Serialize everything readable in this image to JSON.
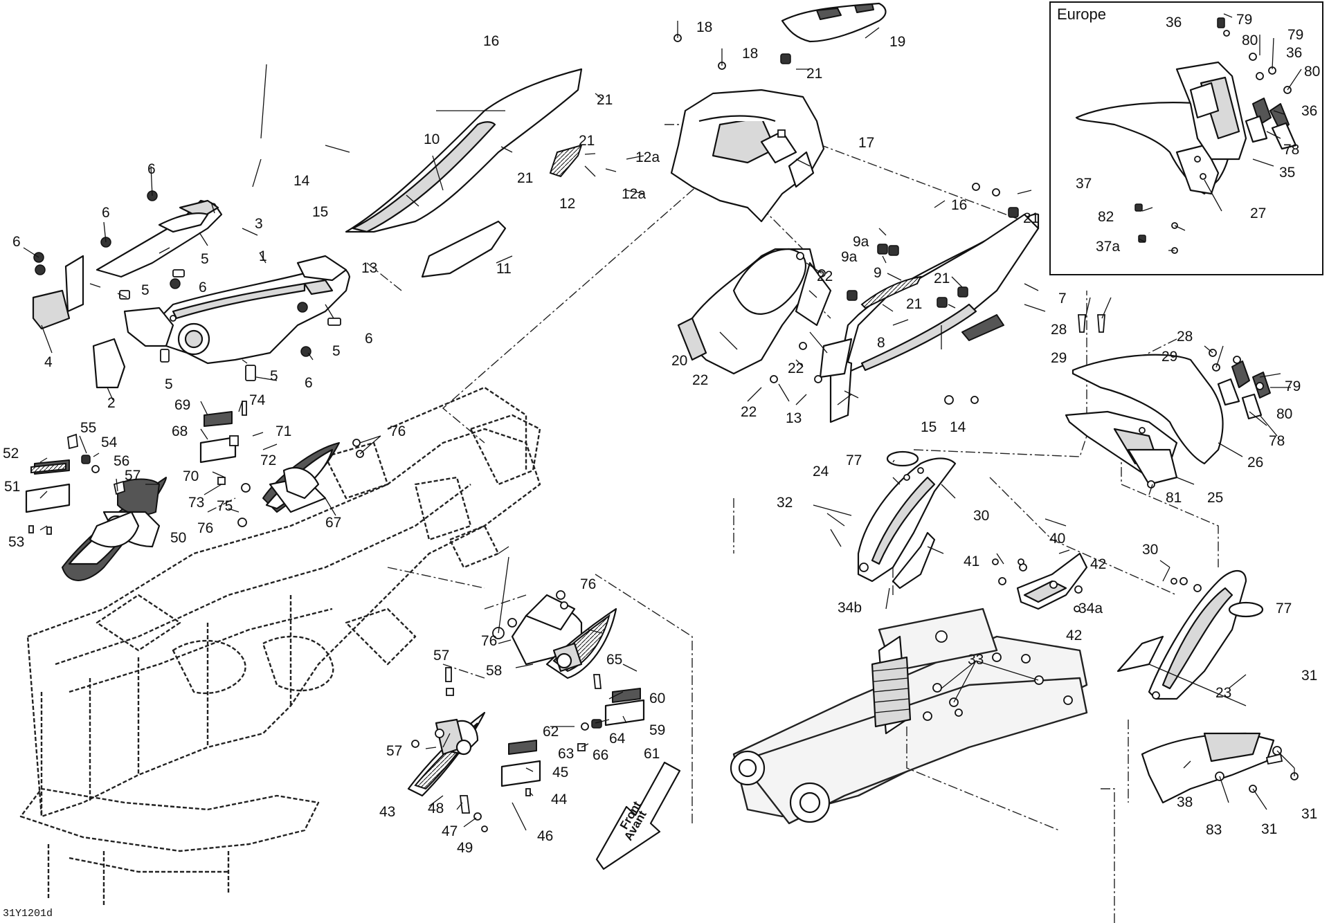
{
  "diagram": {
    "inset_title": "Europe",
    "reference_code": "31Y1201d",
    "front_label": "Front",
    "front_label_alt": "Avant",
    "callouts": {
      "c1": "1",
      "c2": "2",
      "c3": "3",
      "c4": "4",
      "c5a": "5",
      "c5b": "5",
      "c5c": "5",
      "c5d": "5",
      "c5e": "5",
      "c6a": "6",
      "c6b": "6",
      "c6c": "6",
      "c6d": "6",
      "c6e": "6",
      "c6f": "6",
      "c7": "7",
      "c8": "8",
      "c9": "9",
      "c9a1": "9a",
      "c9a2": "9a",
      "c10": "10",
      "c11": "11",
      "c12": "12",
      "c12a1": "12a",
      "c12a2": "12a",
      "c13a": "13",
      "c13b": "13",
      "c14a": "14",
      "c14b": "14",
      "c15a": "15",
      "c15b": "15",
      "c16a": "16",
      "c16b": "16",
      "c17": "17",
      "c18a": "18",
      "c18b": "18",
      "c19": "19",
      "c20": "20",
      "c21a": "21",
      "c21b": "21",
      "c21c": "21",
      "c21d": "21",
      "c21e": "21",
      "c21f": "21",
      "c21g": "21",
      "c22a": "22",
      "c22b": "22",
      "c22c": "22",
      "c22d": "22",
      "c23": "23",
      "c24": "24",
      "c25": "25",
      "c26": "26",
      "c27": "27",
      "c28a": "28",
      "c28b": "28",
      "c29a": "29",
      "c29b": "29",
      "c30a": "30",
      "c30b": "30",
      "c31a": "31",
      "c31b": "31",
      "c31c": "31",
      "c32": "32",
      "c33": "33",
      "c34a": "34a",
      "c34b": "34b",
      "c35": "35",
      "c36a": "36",
      "c36b": "36",
      "c36c": "36",
      "c37": "37",
      "c37a": "37a",
      "c38": "38",
      "c40": "40",
      "c41": "41",
      "c42a": "42",
      "c42b": "42",
      "c43": "43",
      "c44": "44",
      "c45": "45",
      "c46": "46",
      "c47": "47",
      "c48": "48",
      "c49": "49",
      "c50": "50",
      "c51": "51",
      "c52": "52",
      "c53": "53",
      "c54": "54",
      "c55": "55",
      "c56": "56",
      "c57a": "57",
      "c57b": "57",
      "c57c": "57",
      "c58": "58",
      "c59": "59",
      "c60": "60",
      "c61": "61",
      "c62": "62",
      "c63": "63",
      "c64": "64",
      "c65": "65",
      "c66": "66",
      "c67": "67",
      "c68": "68",
      "c69": "69",
      "c70": "70",
      "c71": "71",
      "c72": "72",
      "c73": "73",
      "c74": "74",
      "c75": "75",
      "c76a": "76",
      "c76b": "76",
      "c76c": "76",
      "c76d": "76",
      "c77a": "77",
      "c77b": "77",
      "c78a": "78",
      "c78b": "78",
      "c79a": "79",
      "c79b": "79",
      "c79c": "79",
      "c80a": "80",
      "c80b": "80",
      "c80c": "80",
      "c81": "81",
      "c82": "82",
      "c83": "83"
    }
  }
}
